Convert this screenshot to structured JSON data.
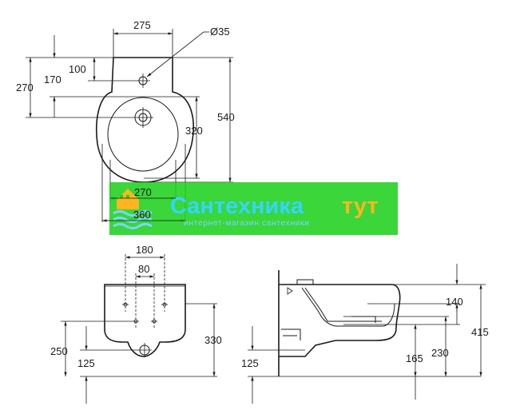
{
  "top_view": {
    "dims": {
      "width_top": "275",
      "hole_diameter": "Ø35",
      "d100": "100",
      "d170": "170",
      "d270": "270",
      "d540": "540",
      "d320": "320",
      "d270b": "270",
      "d360": "360"
    }
  },
  "front_view": {
    "dims": {
      "d180": "180",
      "d80": "80",
      "d330": "330",
      "d250": "250",
      "d125": "125"
    }
  },
  "side_view": {
    "dims": {
      "d140": "140",
      "d415": "415",
      "d230": "230",
      "d165": "165",
      "d125": "125"
    }
  },
  "watermark": {
    "title_part1": "Сантехника",
    "title_part2": "тут",
    "subtitle": "интернет-магазин сантехники",
    "colors": {
      "background": "#1fd01f",
      "title_part1": "#33d6ff",
      "title_part2": "#ffb51f",
      "subtitle": "#7ad6ff"
    }
  }
}
